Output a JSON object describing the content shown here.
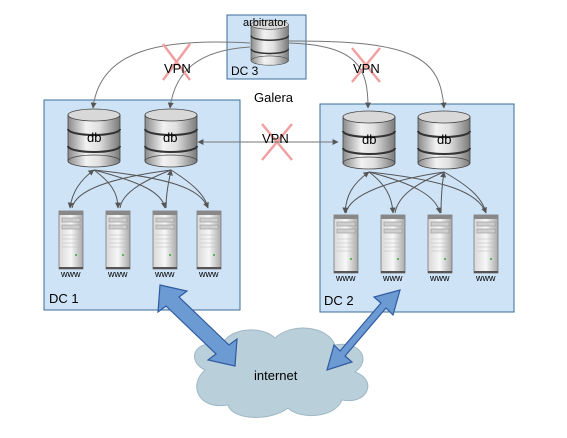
{
  "diagram": {
    "center_label": "Galera",
    "vpn_label": "VPN",
    "db_label": "db",
    "www_label": "www",
    "internet_label": "internet",
    "dc3": {
      "name": "DC 3",
      "node_label": "arbitrator"
    },
    "dc1": {
      "name": "DC 1"
    },
    "dc2": {
      "name": "DC 2"
    }
  },
  "colors": {
    "dc_fill": "#cfe3f6",
    "dc_border": "#3b6d9a",
    "cloud_fill": "#b9cfda",
    "cloud_stroke": "#9fb8c4",
    "arrow_fill": "#6c9ad3",
    "arrow_stroke": "#2f5aa0",
    "cross": "#f0a0a0",
    "connector": "#6e6e6e"
  }
}
